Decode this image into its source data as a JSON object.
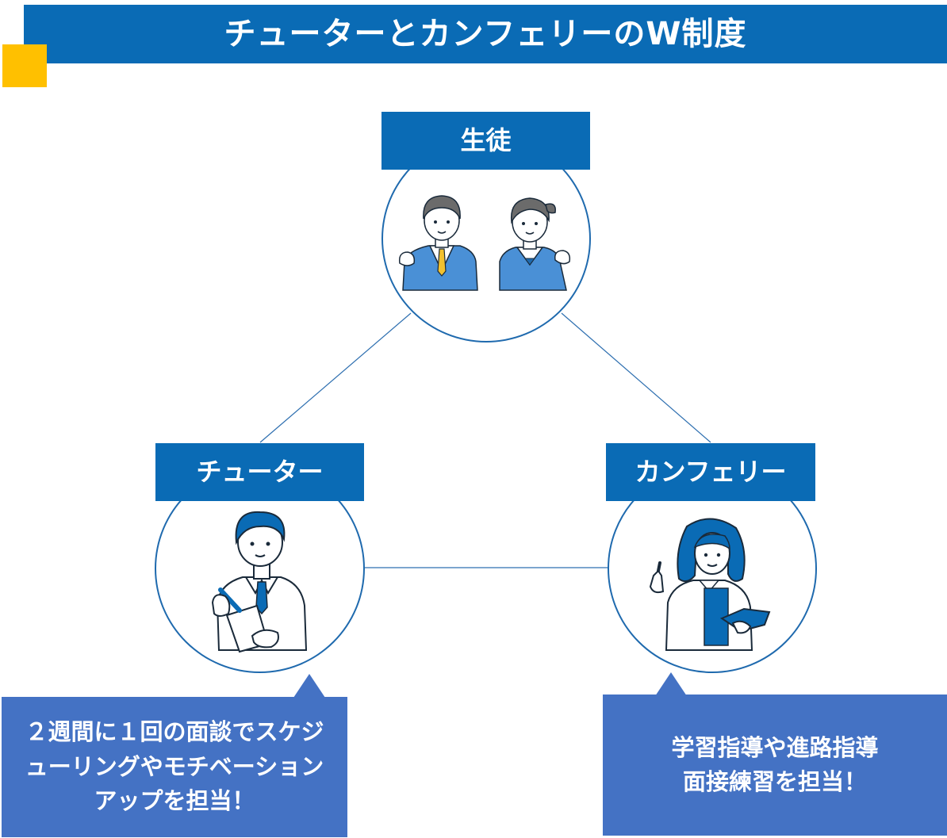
{
  "title": "チューターとカンフェリーのW制度",
  "nodes": {
    "student": {
      "label": "生徒"
    },
    "tutor": {
      "label": "チューター"
    },
    "counselor": {
      "label": "カンフェリー"
    }
  },
  "bubbles": {
    "tutor": {
      "text": "２週間に１回の面談でスケジューリングやモチベーションアップを担当！"
    },
    "counselor": {
      "line1": "学習指導や進路指導",
      "line2": "面接練習を担当！"
    }
  },
  "colors": {
    "title_bg": "#0A6BB5",
    "accent": "#FFC000",
    "label_bg": "#0A6BB5",
    "bubble_bg": "#4472C4",
    "circle_border": "#1F6AAE"
  }
}
